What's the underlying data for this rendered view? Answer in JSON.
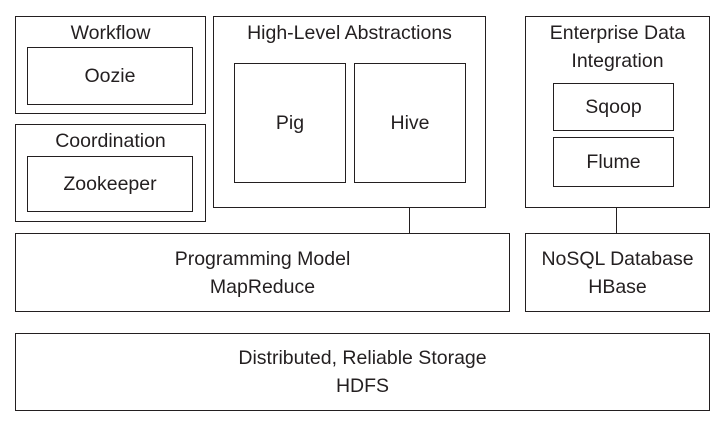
{
  "workflow": {
    "title": "Workflow",
    "item": "Oozie"
  },
  "coordination": {
    "title": "Coordination",
    "item": "Zookeeper"
  },
  "abstractions": {
    "title": "High-Level Abstractions",
    "items": [
      "Pig",
      "Hive"
    ]
  },
  "enterprise": {
    "title_line1": "Enterprise Data",
    "title_line2": "Integration",
    "items": [
      "Sqoop",
      "Flume"
    ]
  },
  "programming": {
    "line1": "Programming Model",
    "line2": "MapReduce"
  },
  "nosql": {
    "line1": "NoSQL Database",
    "line2": "HBase"
  },
  "storage": {
    "line1": "Distributed, Reliable Storage",
    "line2": "HDFS"
  }
}
